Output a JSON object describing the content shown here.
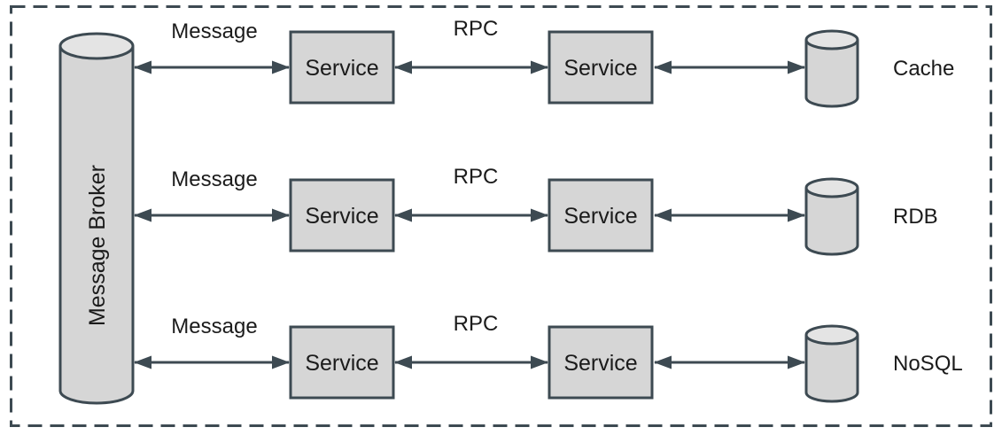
{
  "diagram": {
    "title_hint": "message-broker-microservices-architecture",
    "colors": {
      "stroke": "#3d4a52",
      "node_fill": "#d6d6d6",
      "cylinder_top_fill": "#e4e4e4",
      "text": "#1b1b1b",
      "background": "#ffffff"
    },
    "broker": {
      "label": "Message Broker"
    },
    "rows": [
      {
        "message_label": "Message",
        "service1_label": "Service",
        "rpc_label": "RPC",
        "service2_label": "Service",
        "db_label": "Cache"
      },
      {
        "message_label": "Message",
        "service1_label": "Service",
        "rpc_label": "RPC",
        "service2_label": "Service",
        "db_label": "RDB"
      },
      {
        "message_label": "Message",
        "service1_label": "Service",
        "rpc_label": "RPC",
        "service2_label": "Service",
        "db_label": "NoSQL"
      }
    ]
  }
}
